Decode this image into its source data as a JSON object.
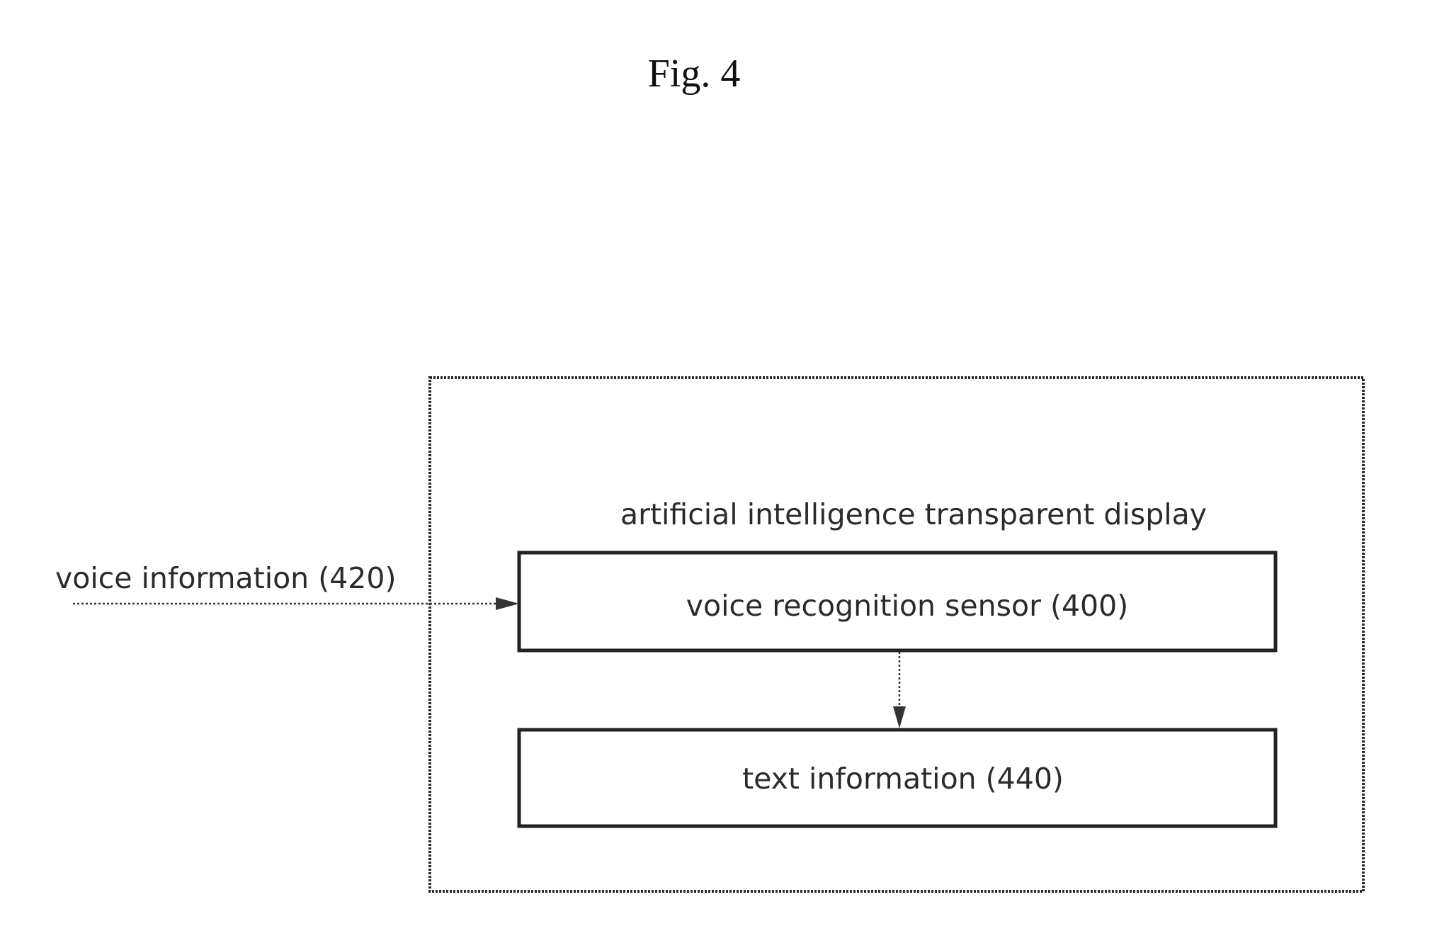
{
  "figure_label": "Fig. 4",
  "outer_container": {
    "label": "artificial intelligence transparent display"
  },
  "input": {
    "label": "voice information (420)"
  },
  "sensor_box": {
    "label": "voice recognition sensor (400)"
  },
  "output_box": {
    "label": "text information (440)"
  }
}
